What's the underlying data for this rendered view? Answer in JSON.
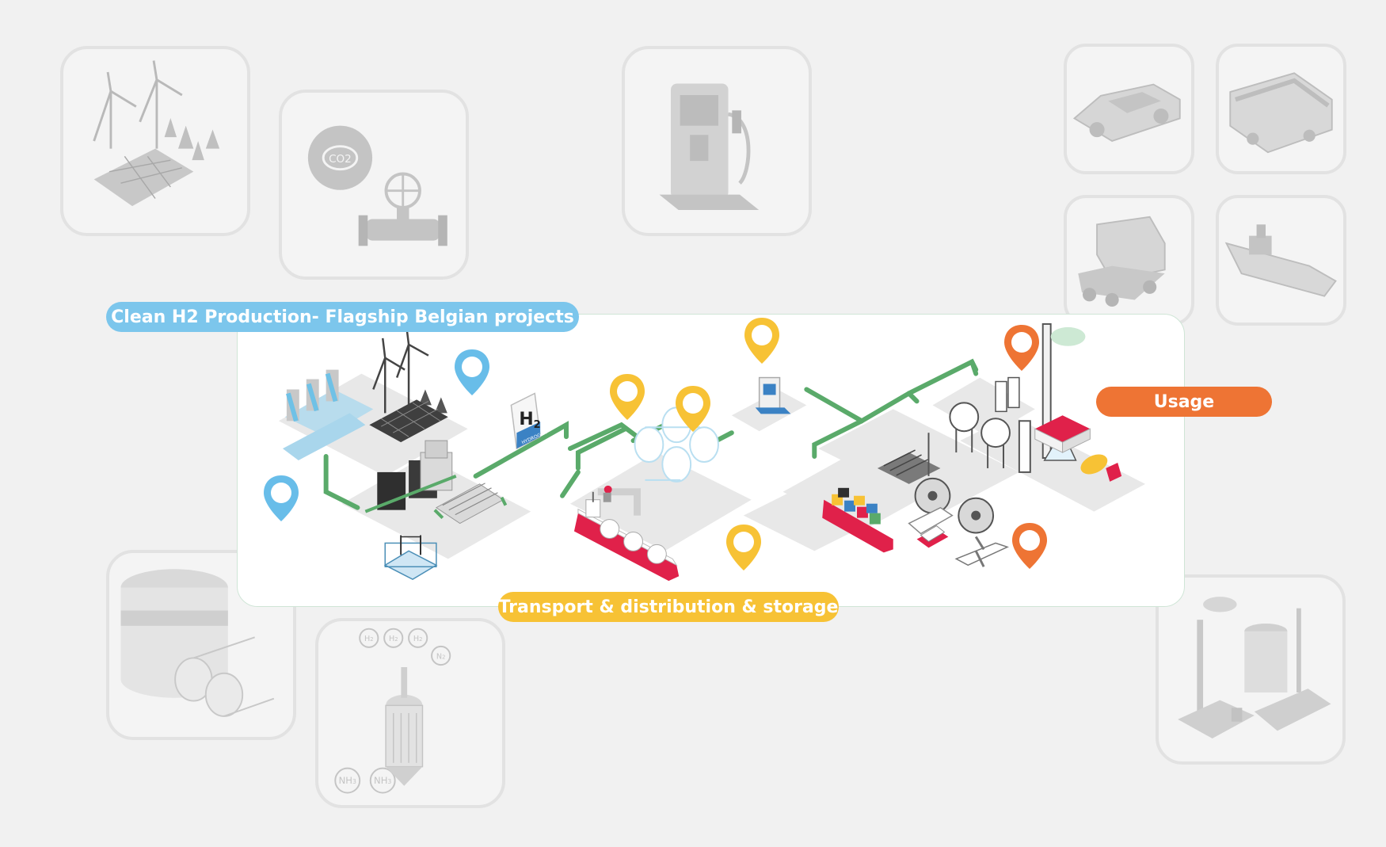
{
  "labels": {
    "production": "Clean H2 Production- Flagship Belgian projects",
    "transport": "Transport & distribution & storage",
    "usage": "Usage"
  },
  "icons": {
    "tiles": [
      "wind-solar-icon",
      "co2-capture-valve-icon",
      "hydrogen-refuel-station-icon",
      "car-icon",
      "bus-icon",
      "truck-icon",
      "ship-icon",
      "storage-tank-icon",
      "ammonia-reactor-icon",
      "industry-plant-icon"
    ],
    "h2_sign": "H",
    "h2_sign_sub": "2",
    "h2_sign_caption": "HYDROGEN",
    "co2_text": "CO2",
    "reactor_h2": "H",
    "reactor_h2_sub": "2",
    "reactor_n2": "N",
    "reactor_n2_sub": "2",
    "reactor_nh3": "NH",
    "reactor_nh3_sub": "3"
  },
  "colors": {
    "production_blue": "#7cc6ec",
    "transport_yellow": "#f7c235",
    "usage_orange": "#ee7434",
    "pipe_green": "#5aaa6a"
  }
}
